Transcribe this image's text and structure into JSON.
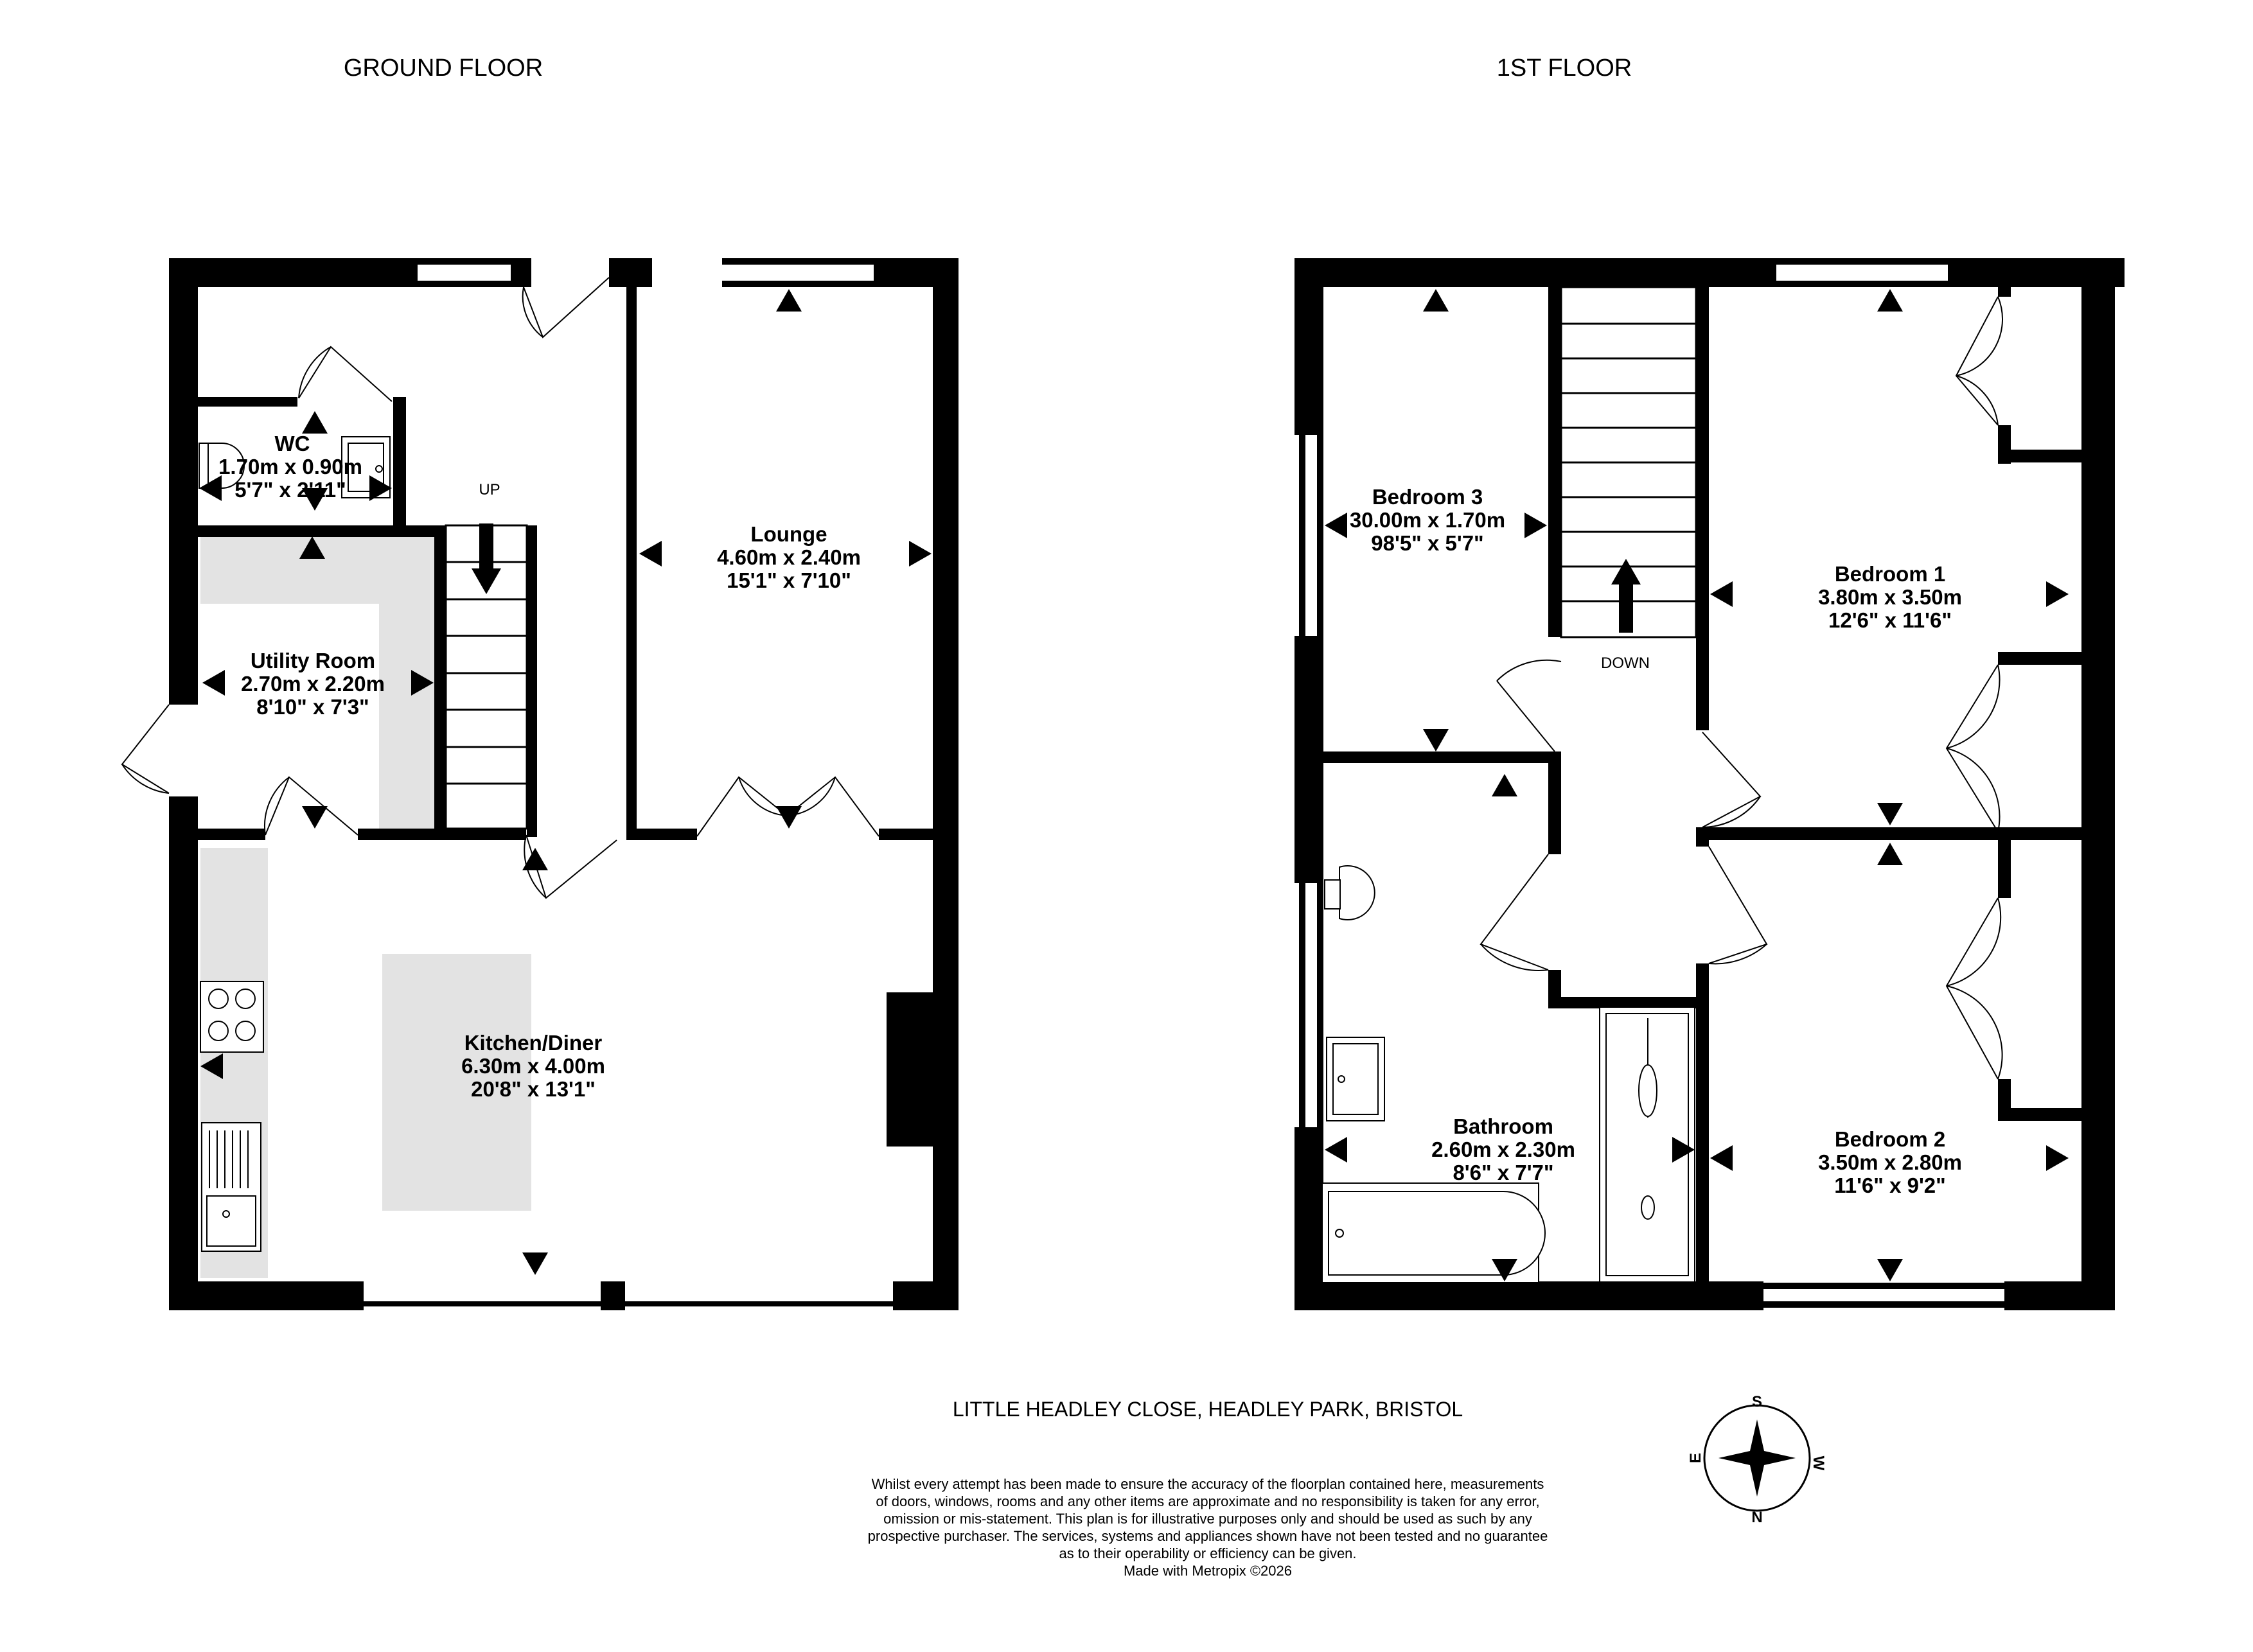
{
  "headings": {
    "ground_floor": "GROUND FLOOR",
    "first_floor": "1ST FLOOR"
  },
  "labels": {
    "up": "UP",
    "down": "DOWN"
  },
  "rooms": {
    "wc": {
      "name": "WC",
      "metric": "1.70m  x 0.90m",
      "imperial": "5'7\"  x 2'11\""
    },
    "utility": {
      "name": "Utility Room",
      "metric": "2.70m  x 2.20m",
      "imperial": "8'10\"  x 7'3\""
    },
    "lounge": {
      "name": "Lounge",
      "metric": "4.60m  x 2.40m",
      "imperial": "15'1\"  x 7'10\""
    },
    "kitchen": {
      "name": "Kitchen/Diner",
      "metric": "6.30m  x 4.00m",
      "imperial": "20'8\"  x 13'1\""
    },
    "bedroom3": {
      "name": "Bedroom 3",
      "metric": "30.00m  x 1.70m",
      "imperial": "98'5\"  x 5'7\""
    },
    "bedroom1": {
      "name": "Bedroom 1",
      "metric": "3.80m  x 3.50m",
      "imperial": "12'6\"  x 11'6\""
    },
    "bedroom2": {
      "name": "Bedroom 2",
      "metric": "3.50m  x 2.80m",
      "imperial": "11'6\"  x 9'2\""
    },
    "bathroom": {
      "name": "Bathroom",
      "metric": "2.60m  x 2.30m",
      "imperial": "8'6\"  x 7'7\""
    }
  },
  "address": "LITTLE HEADLEY CLOSE, HEADLEY PARK, BRISTOL",
  "disclaimer": [
    "Whilst every attempt has been made to ensure the accuracy of the floorplan contained here, measurements",
    "of doors, windows, rooms and any other items are approximate and no responsibility is taken for any error,",
    "omission or mis-statement. This plan is for illustrative purposes only and should be used as such by any",
    "prospective purchaser. The services, systems and appliances shown have not been tested and no guarantee",
    "as to their operability or efficiency can be given.",
    "Made with Metropix ©2026"
  ],
  "compass": {
    "s": "S",
    "w": "W",
    "n": "N",
    "e": "E",
    "icon": "compass-rose-icon"
  },
  "colors": {
    "wall": "#000000",
    "fill": "#e3e3e3"
  }
}
